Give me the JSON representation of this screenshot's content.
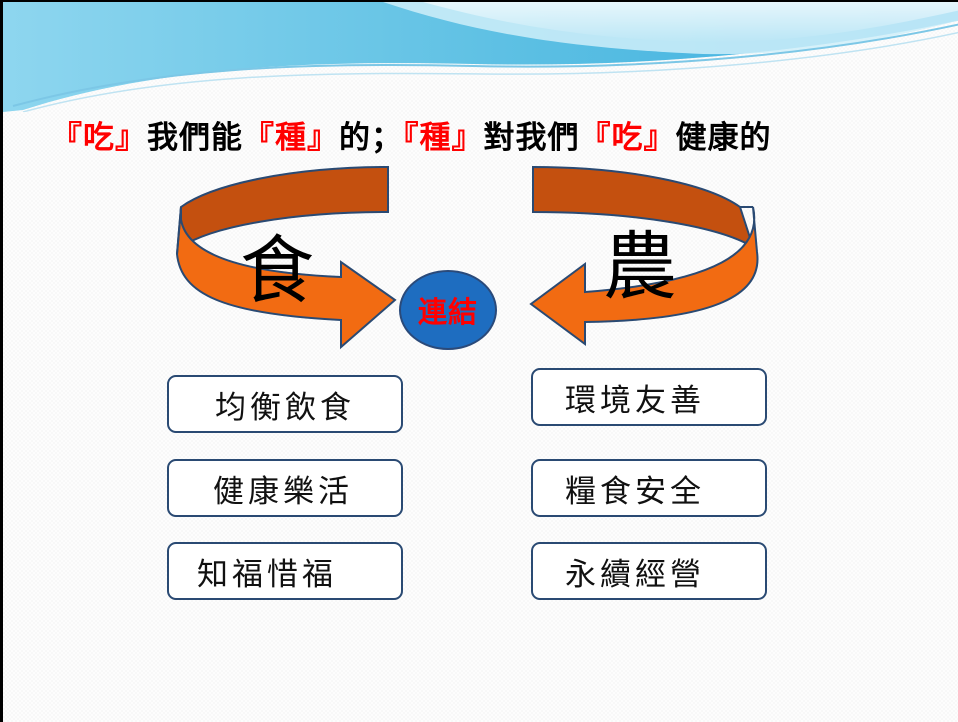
{
  "subtitle": {
    "seg1": "『吃』",
    "seg2": "我們能",
    "seg3": "『種』",
    "seg4": "的；",
    "seg5": "『種』",
    "seg6": "對我們",
    "seg7": "『吃』",
    "seg8": "健康的"
  },
  "left_char": "食",
  "right_char": "農",
  "center_label": "連結",
  "left_items": [
    "均衡飲食",
    "健康樂活",
    "知福惜福"
  ],
  "right_items": [
    "環境友善",
    "糧食安全",
    "永續經營"
  ],
  "colors": {
    "highlight_red": "#ff0000",
    "arrow_orange": "#f26b12",
    "arrow_dark": "#c4500f",
    "circle_blue": "#1e6dc0",
    "header_blue": "#5bbfe3"
  }
}
